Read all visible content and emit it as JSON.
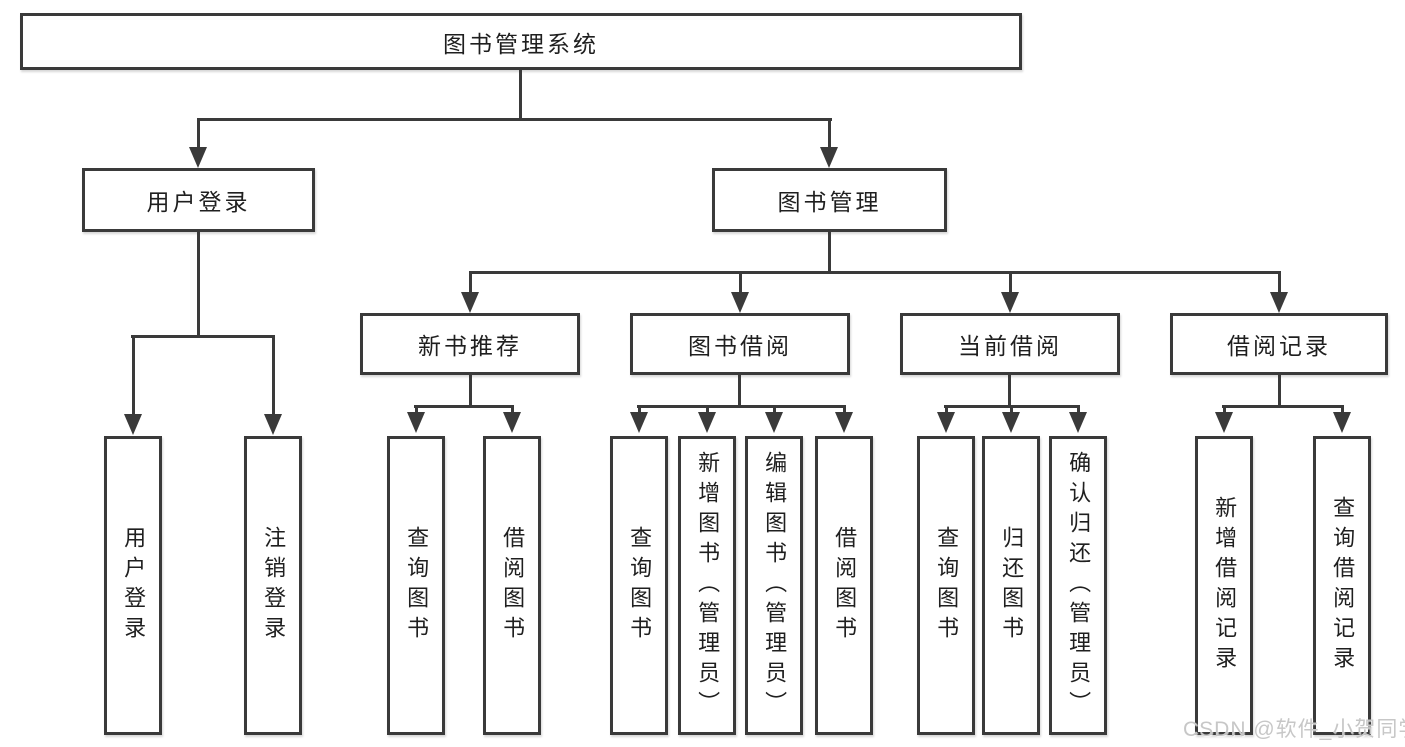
{
  "diagram": {
    "root": {
      "label": "图书管理系统"
    },
    "user_login": {
      "label": "用户登录",
      "children": [
        "用户登录",
        "注销登录"
      ]
    },
    "book_mgmt": {
      "label": "图书管理",
      "sections": {
        "new_books": {
          "label": "新书推荐",
          "children": [
            "查询图书",
            "借阅图书"
          ]
        },
        "book_borrow": {
          "label": "图书借阅",
          "children": [
            "查询图书",
            "新增图书（管理员）",
            "编辑图书（管理员）",
            "借阅图书"
          ]
        },
        "current_borrow": {
          "label": "当前借阅",
          "children": [
            "查询图书",
            "归还图书",
            "确认归还（管理员）"
          ]
        },
        "borrow_records": {
          "label": "借阅记录",
          "children": [
            "新增借阅记录",
            "查询借阅记录"
          ]
        }
      }
    }
  },
  "watermark": {
    "text": "CSDN @软件_小贺同学"
  },
  "colors": {
    "line": "#3a3a3a",
    "text": "#1f1f1f",
    "watermark": "#c7c7c7",
    "background": "#ffffff"
  }
}
